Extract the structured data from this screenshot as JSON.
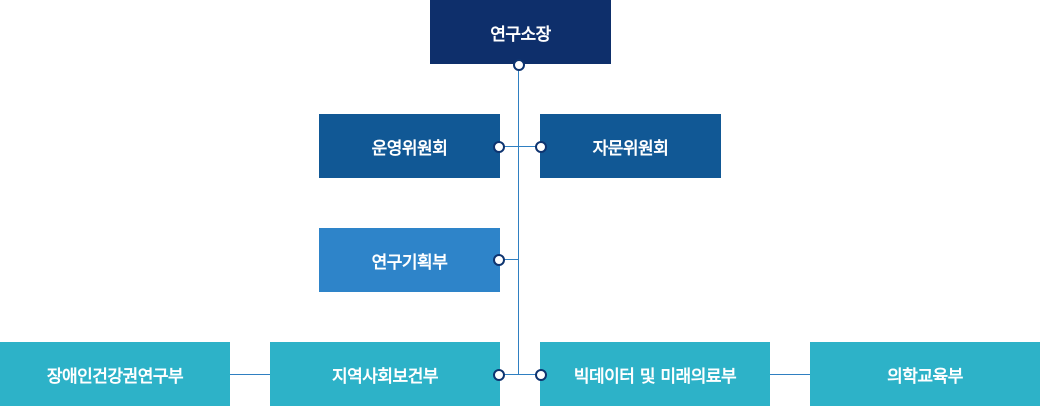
{
  "colors": {
    "director": "#0e2f6b",
    "committee": "#115895",
    "planning": "#2e84c9",
    "department": "#2db2c8",
    "line": "#2f7fc1"
  },
  "org": {
    "director": "연구소장",
    "steering_committee": "운영위원회",
    "advisory_committee": "자문위원회",
    "planning_dept": "연구기획부",
    "disability_rights_dept": "장애인건강권연구부",
    "community_health_dept": "지역사회보건부",
    "bigdata_dept": "빅데이터 및 미래의료부",
    "medical_education_dept": "의학교육부"
  }
}
